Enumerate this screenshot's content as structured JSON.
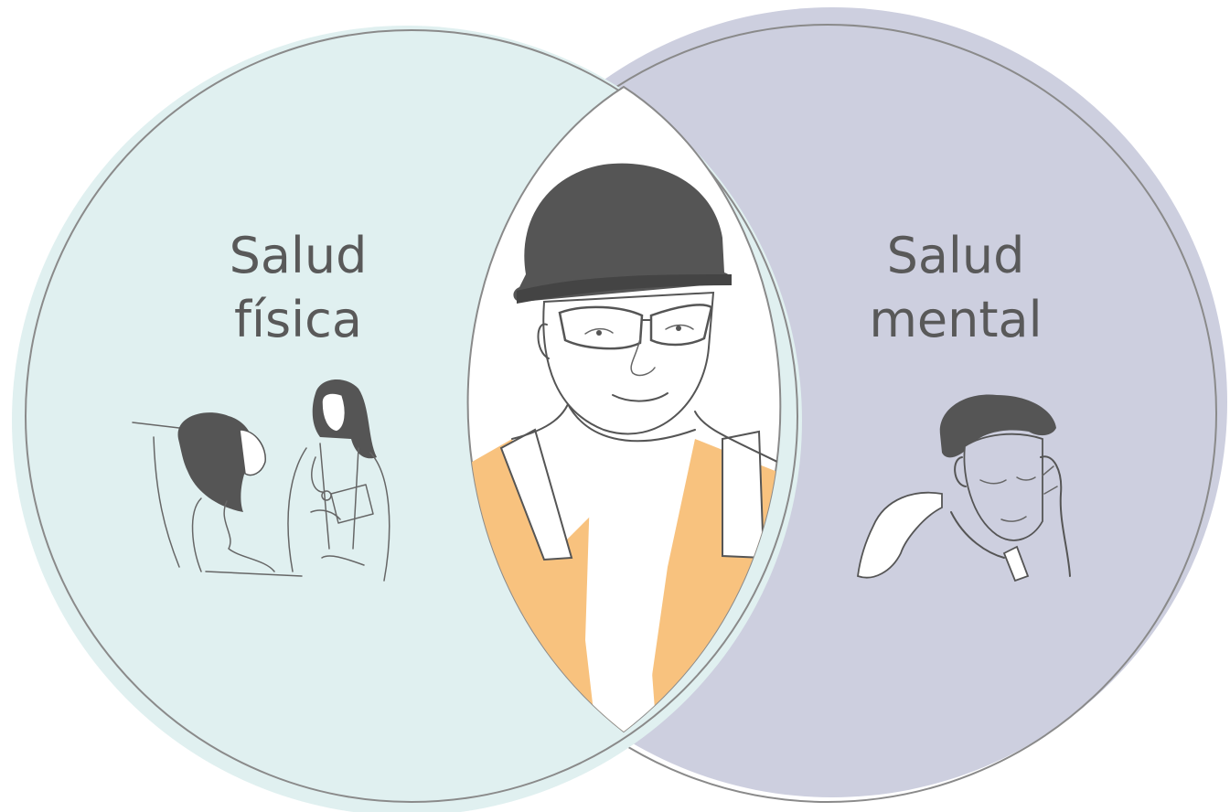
{
  "diagram": {
    "type": "venn",
    "left_circle": {
      "label_line1": "Salud",
      "label_line2": "física",
      "fill": "#e0f0f0",
      "illustration": "patient-and-doctor-illustration"
    },
    "right_circle": {
      "label_line1": "Salud",
      "label_line2": "mental",
      "fill": "#cdcfdf",
      "illustration": "stressed-man-illustration"
    },
    "intersection": {
      "fill": "#ffffff",
      "illustration": "construction-worker-illustration",
      "accent": "#f8c27e"
    },
    "outline_color": "#8a8a8a",
    "text_color": "#595959"
  }
}
